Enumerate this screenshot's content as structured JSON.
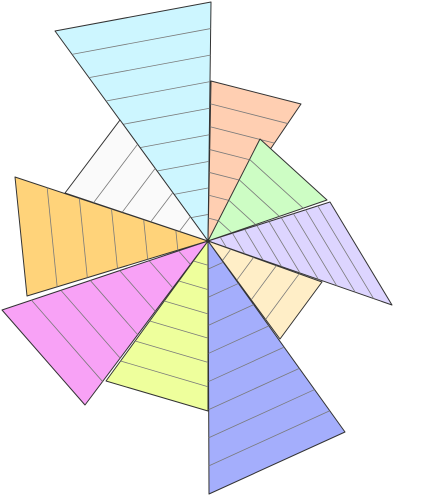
{
  "diagram": {
    "type": "radial-wedge-pinwheel",
    "title": "",
    "stroke_color": "#333333",
    "grid_color": "#7a7a7a",
    "wedges": [
      {
        "id": "cyan",
        "color": "#cdf6ff",
        "bands": 9
      },
      {
        "id": "salmon",
        "color": "#ffcfb2",
        "bands": 7
      },
      {
        "id": "green",
        "color": "#cdfdc4",
        "bands": 5
      },
      {
        "id": "lavender",
        "color": "#ddd5ff",
        "bands": 10
      },
      {
        "id": "cream",
        "color": "#ffeec7",
        "bands": 5
      },
      {
        "id": "blue",
        "color": "#a4aefc",
        "bands": 9
      },
      {
        "id": "lime",
        "color": "#eeff9c",
        "bands": 7
      },
      {
        "id": "magenta",
        "color": "#f8a2f6",
        "bands": 7
      },
      {
        "id": "orange",
        "color": "#ffd37a",
        "bands": 6
      },
      {
        "id": "white",
        "color": "#fafafa",
        "bands": 5
      }
    ]
  }
}
